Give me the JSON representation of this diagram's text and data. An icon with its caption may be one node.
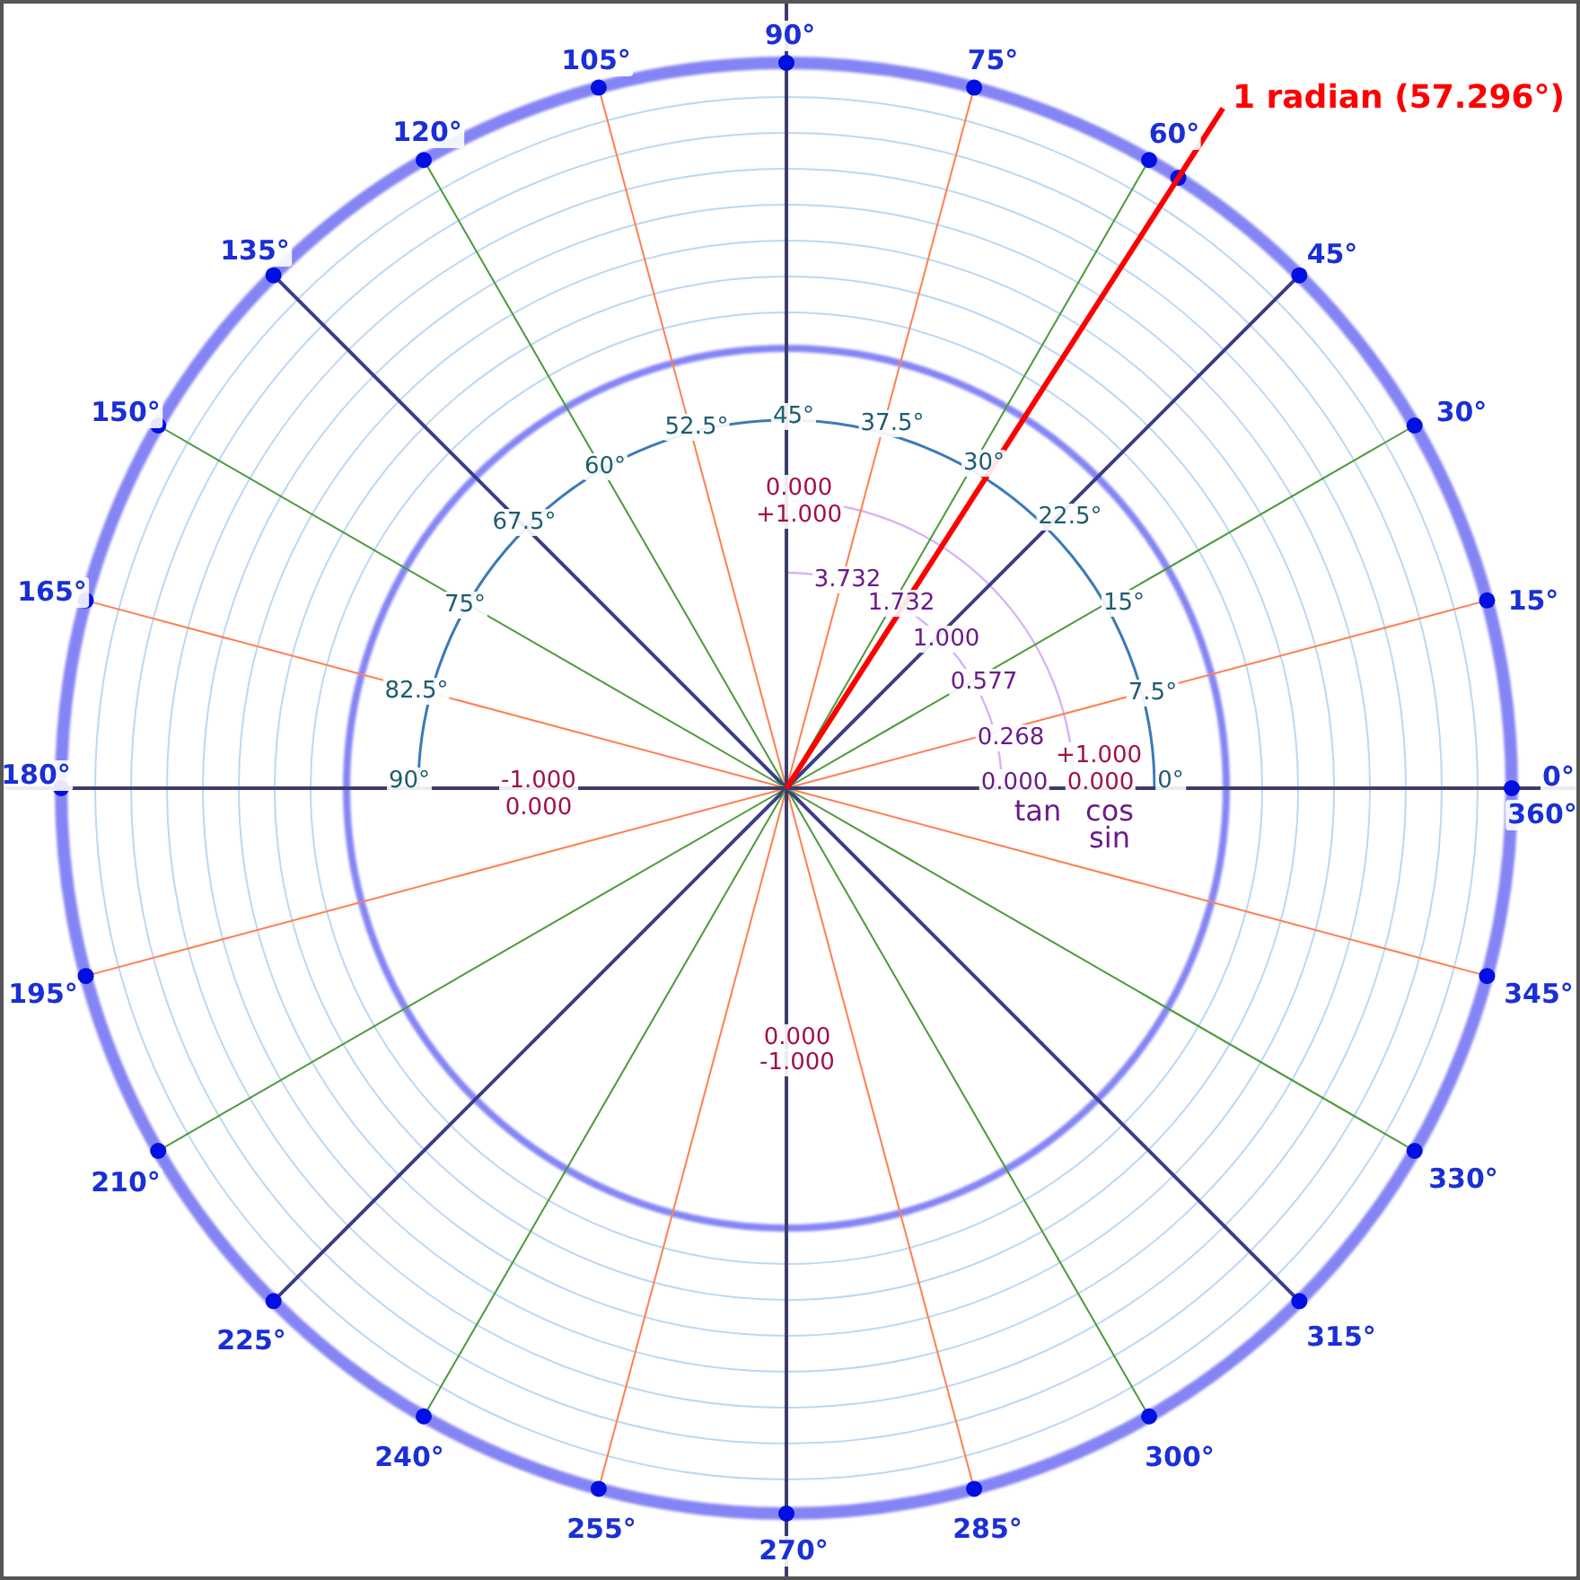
{
  "diagram": {
    "labels": [
      "90°",
      "105°",
      "75°",
      "1 radian (57.296°)",
      "120°",
      "60°",
      "135°",
      "45°",
      "150°",
      "52.5°",
      "45°",
      "37.5°",
      "30°",
      "60°",
      "30°",
      "0.000",
      "67.5°",
      "+1.000",
      "22.5°",
      "3.732",
      "165°",
      "75°",
      "1.732",
      "15°",
      "15°",
      "1.000",
      "82.5°",
      "0.577",
      "7.5°",
      "0.268",
      "+1.000",
      "180°",
      "90°",
      "-1.000",
      "0.000",
      "0.000",
      "0°",
      "0°",
      "0.000",
      "tan",
      "cos",
      "360°",
      "sin",
      "195°",
      "345°",
      "0.000",
      "-1.000",
      "210°",
      "330°",
      "225°",
      "315°",
      "240°",
      "300°",
      "255°",
      "285°",
      "270°"
    ]
  }
}
